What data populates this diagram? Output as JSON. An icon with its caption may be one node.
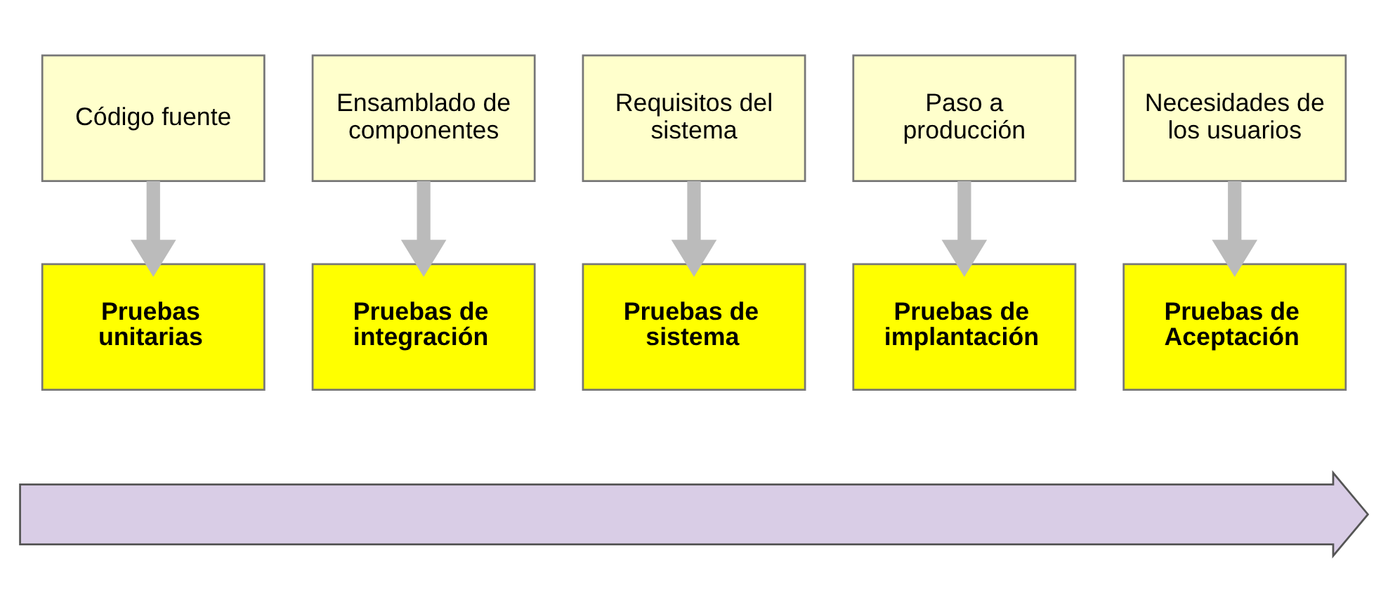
{
  "diagram": {
    "nodes": [
      {
        "text": [
          "Código fuente"
        ]
      },
      {
        "text": [
          "Ensamblado de componentes"
        ]
      },
      {
        "text": [
          "Requisitos del sistema"
        ]
      },
      {
        "text": [
          "Paso a producción"
        ]
      },
      {
        "text": [
          "Necesidades de los usuarios"
        ]
      },
      {
        "text": [
          "Pruebas unitarias"
        ]
      },
      {
        "text": [
          "Pruebas de integración"
        ]
      },
      {
        "text": [
          "Pruebas de sistema"
        ]
      },
      {
        "text": [
          "Pruebas de implantación"
        ]
      },
      {
        "text": [
          "Pruebas de Aceptación"
        ]
      },
      {
        "text": [],
        "shape": "arrow"
      }
    ],
    "edges": [
      {
        "from": 0,
        "to": 5,
        "arrow": "to"
      },
      {
        "from": 1,
        "to": 6,
        "arrow": "to"
      },
      {
        "from": 2,
        "to": 7,
        "arrow": "to"
      },
      {
        "from": 3,
        "to": 8,
        "arrow": "to"
      },
      {
        "from": 4,
        "to": 9,
        "arrow": "to"
      }
    ]
  }
}
